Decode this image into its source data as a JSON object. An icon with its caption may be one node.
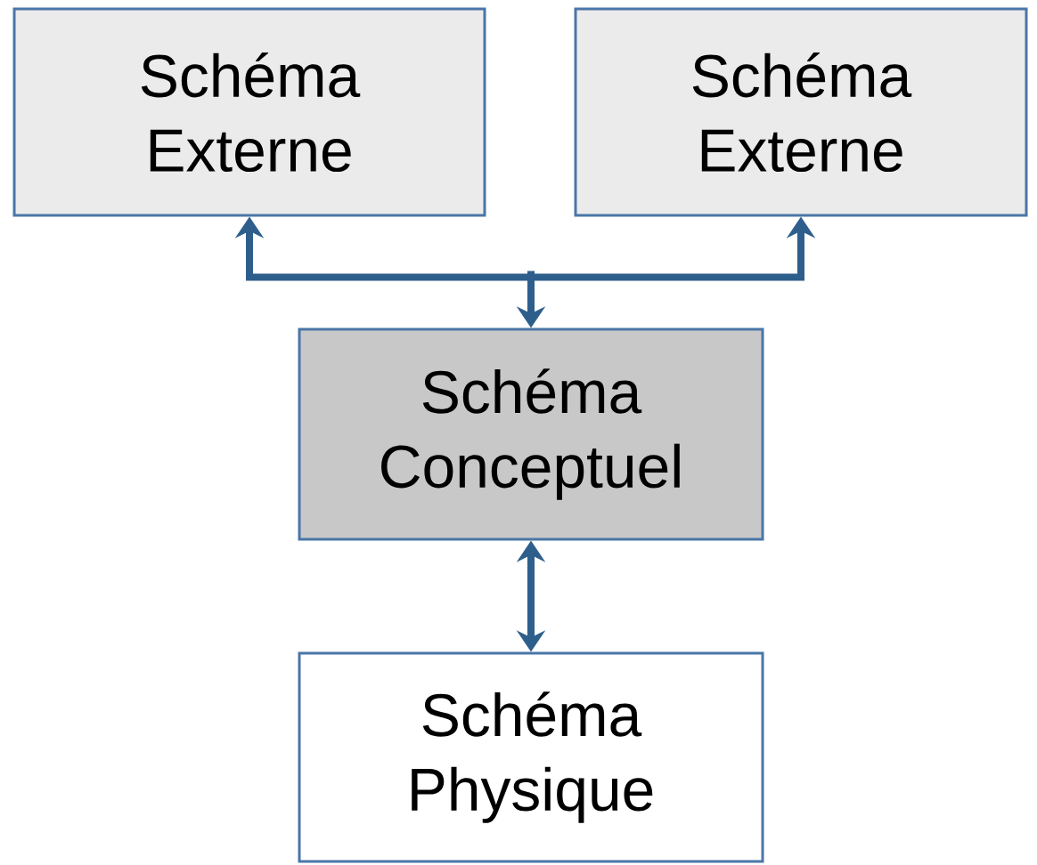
{
  "diagram": {
    "nodes": [
      {
        "text": [
          "Schéma Externe"
        ]
      },
      {
        "text": [
          "Schéma Externe"
        ]
      },
      {
        "text": [
          "Schéma Conceptuel"
        ]
      },
      {
        "text": [
          "Schéma Physique"
        ]
      }
    ],
    "edges": [
      {
        "from": 0,
        "to": 2,
        "arrow": "both"
      },
      {
        "from": 1,
        "to": 2,
        "arrow": "both"
      },
      {
        "from": 2,
        "to": 3,
        "arrow": "both"
      }
    ]
  }
}
